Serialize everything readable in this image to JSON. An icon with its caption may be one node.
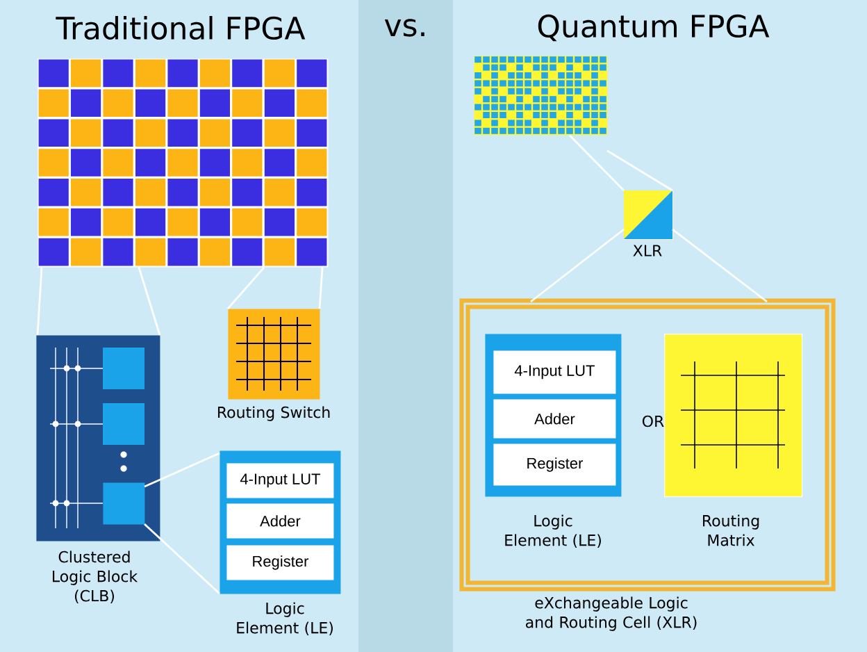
{
  "diagram": {
    "nodes": [
      {
        "text": [],
        "shape": "box"
      },
      {
        "text": [],
        "shape": "box",
        "beside": [
          "Clustered Logic Block (CLB)"
        ]
      },
      {
        "text": [],
        "shape": "box",
        "in": 1
      },
      {
        "text": [],
        "shape": "box",
        "beside": [
          "Routing Switch"
        ]
      },
      {
        "text": [],
        "shape": "box",
        "beside": [
          "Logic Element (LE)"
        ]
      },
      {
        "text": [
          "4-Input LUT"
        ],
        "in": 4
      },
      {
        "text": [
          "Adder"
        ],
        "in": 4
      },
      {
        "text": [
          "Register"
        ],
        "in": 4
      },
      {
        "text": [],
        "shape": "box"
      },
      {
        "text": [],
        "shape": "box",
        "beside": [
          "XLR"
        ]
      },
      {
        "text": [],
        "shape": "box",
        "beside": [
          "eXchangeable Logic and Routing Cell (XLR)"
        ]
      },
      {
        "text": [],
        "shape": "box",
        "in": 10,
        "beside": [
          "Logic Element (LE)"
        ]
      },
      {
        "text": [
          "4-Input LUT"
        ],
        "in": 11
      },
      {
        "text": [
          "Adder"
        ],
        "in": 11
      },
      {
        "text": [
          "Register"
        ],
        "in": 11
      },
      {
        "text": [],
        "shape": "box",
        "in": 10,
        "beside": [
          "Routing Matrix"
        ]
      }
    ],
    "edges": [
      {
        "from": 0,
        "to": 1,
        "arrow": "none"
      },
      {
        "from": 0,
        "to": 1,
        "arrow": "none"
      },
      {
        "from": 0,
        "to": 3,
        "arrow": "none"
      },
      {
        "from": 0,
        "to": 3,
        "arrow": "none"
      },
      {
        "from": 2,
        "to": 4,
        "arrow": "none"
      },
      {
        "from": 2,
        "to": 4,
        "arrow": "none"
      },
      {
        "from": 8,
        "to": 9,
        "arrow": "none"
      },
      {
        "from": 8,
        "to": 9,
        "arrow": "none"
      },
      {
        "from": 9,
        "to": 10,
        "arrow": "none"
      },
      {
        "from": 9,
        "to": 10,
        "arrow": "none"
      }
    ],
    "labels": [
      "Traditional FPGA",
      "vs.",
      "Quantum FPGA",
      "OR"
    ]
  }
}
